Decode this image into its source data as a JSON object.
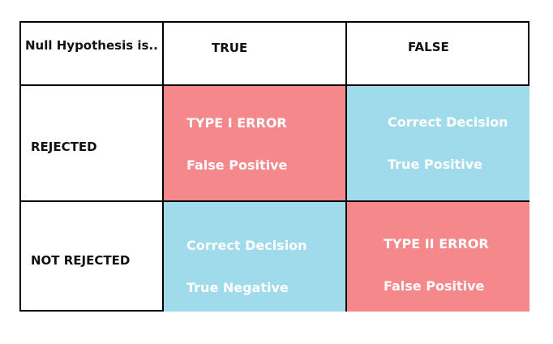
{
  "header": {
    "corner": "Null Hypothesis is..",
    "col_true": "TRUE",
    "col_false": "FALSE"
  },
  "rows": {
    "rejected": "REJECTED",
    "not_rejected": "NOT REJECTED"
  },
  "cells": {
    "rejected_true": {
      "line1": "TYPE I ERROR",
      "line2": "False Positive"
    },
    "rejected_false": {
      "line1": "Correct Decision",
      "line2": "True Positive"
    },
    "notrejected_true": {
      "line1": "Correct Decision",
      "line2": "True Negative"
    },
    "notrejected_false": {
      "line1": "TYPE II ERROR",
      "line2": "False Positive"
    }
  },
  "colors": {
    "error": "#f4888b",
    "correct": "#9fdbea",
    "border": "#000000",
    "cell_text": "#ffffff"
  }
}
